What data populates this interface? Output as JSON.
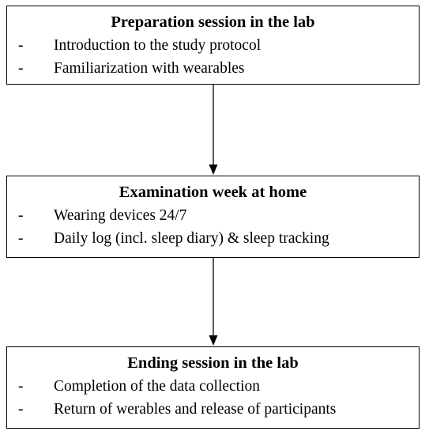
{
  "colors": {
    "stroke": "#000000",
    "background": "#ffffff"
  },
  "flow": {
    "steps": [
      {
        "title": "Preparation session in the lab",
        "bullets": [
          "Introduction to the study protocol",
          "Familiarization  with wearables"
        ]
      },
      {
        "title": "Examination week at home",
        "bullets": [
          "Wearing devices 24/7",
          "Daily log (incl. sleep diary) & sleep tracking"
        ]
      },
      {
        "title": "Ending session in the lab",
        "bullets": [
          "Completion of the data collection",
          "Return of werables and release of participants"
        ]
      }
    ],
    "bullet_marker": "-"
  }
}
